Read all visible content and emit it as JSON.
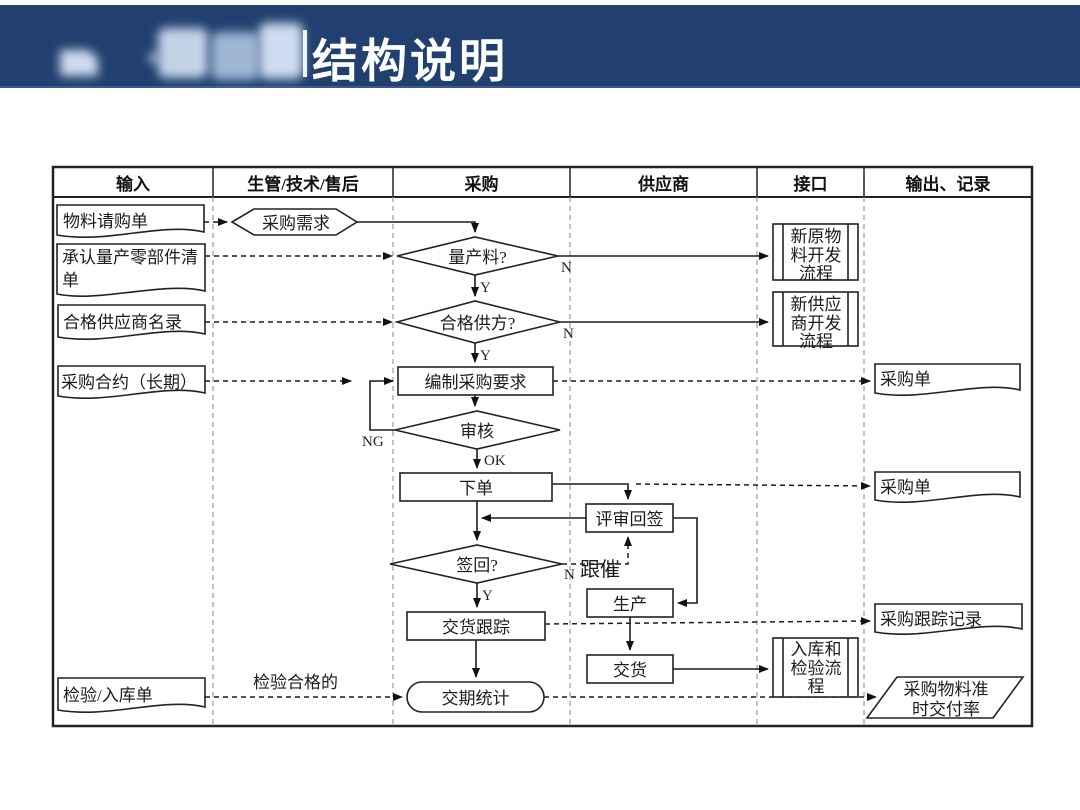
{
  "title": {
    "text": "结构说明"
  },
  "columns": [
    "输入",
    "生管/技术/售后",
    "采购",
    "供应商",
    "接口",
    "输出、记录"
  ],
  "nodes": {
    "material_request": "物料请购单",
    "approved_parts_list": "承认量产零部件清单",
    "qualified_supplier_list": "合格供应商名录",
    "purchase_contract": "采购合约（长期）",
    "inspection_receipt": "检验/入库单",
    "purchase_demand": "采购需求",
    "mass_production_q": "量产料?",
    "qualified_supplier_q": "合格供方?",
    "prepare_requirements": "编制采购要求",
    "review": "审核",
    "place_order": "下单",
    "review_sign_back": "评审回签",
    "signed_back_q": "签回?",
    "delivery_tracking": "交货跟踪",
    "production": "生产",
    "delivery": "交货",
    "delivery_statistics": "交期统计",
    "new_material_process": "新原物料开发流程",
    "new_supplier_process": "新供应商开发流程",
    "warehouse_inspection_process": "入库和检验流程",
    "purchase_order_1": "采购单",
    "purchase_order_2": "采购单",
    "tracking_record": "采购跟踪记录",
    "on_time_delivery_rate": "采购物料准时交付率"
  },
  "labels": {
    "mass_n": "N",
    "mass_y": "Y",
    "supplier_n": "N",
    "supplier_y": "Y",
    "review_ng": "NG",
    "review_ok": "OK",
    "signback_n": "N",
    "signback_y": "Y",
    "follow_up": "跟催",
    "inspection_passed": "检验合格的"
  },
  "colors": {
    "title_bar": "#21406f",
    "line": "#1c1c1c"
  }
}
